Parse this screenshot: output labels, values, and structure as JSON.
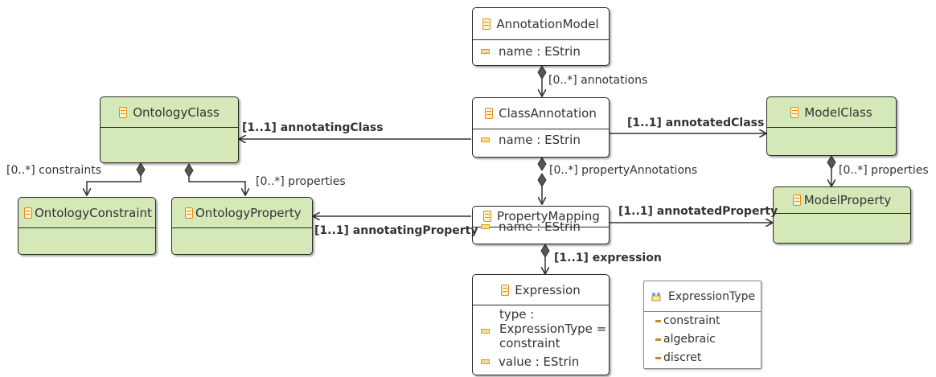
{
  "classes": {
    "annotation_model": {
      "name": "AnnotationModel",
      "attr": "name : EStrin"
    },
    "class_annotation": {
      "name": "ClassAnnotation",
      "attr": "name : EStrin"
    },
    "ontology_class": {
      "name": "OntologyClass"
    },
    "model_class": {
      "name": "ModelClass"
    },
    "property_mapping": {
      "name": "PropertyMapping",
      "attr": "name : EStrin"
    },
    "ontology_constraint": {
      "name": "OntologyConstraint"
    },
    "ontology_property": {
      "name": "OntologyProperty"
    },
    "model_property": {
      "name": "ModelProperty"
    },
    "expression": {
      "name": "Expression",
      "attr_type_line1": "type :",
      "attr_type_line2": "ExpressionType =",
      "attr_type_line3": "constraint",
      "attr_value": "value : EStrin"
    }
  },
  "enum": {
    "name": "ExpressionType",
    "literals": [
      "constraint",
      "algebraic",
      "discret"
    ]
  },
  "references": {
    "annotations": "[0..*] annotations",
    "annotating_class": "[1..1] annotatingClass",
    "annotated_class": "[1..1] annotatedClass",
    "property_annotations": "[0..*] propertyAnnotations",
    "constraints": "[0..*] constraints",
    "ontology_properties": "[0..*] properties",
    "model_properties": "[0..*] properties",
    "annotating_property": "[1..1] annotatingProperty",
    "annotated_property": "[1..1] annotatedProperty",
    "expression": "[1..1] expression"
  },
  "colors": {
    "external_class_fill": "#d4e8b8",
    "class_fill": "#ffffff",
    "class_icon": "#e08a1a",
    "line": "#333333"
  }
}
